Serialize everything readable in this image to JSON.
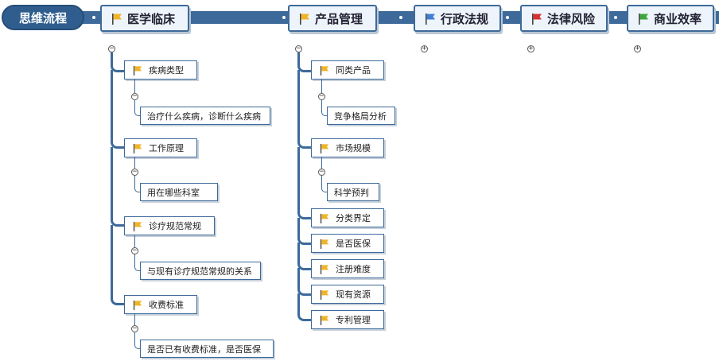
{
  "root": {
    "label": "思维流程"
  },
  "topics": [
    {
      "label": "医学临床",
      "flag_color": "#f0b429",
      "toggle": "−"
    },
    {
      "label": "产品管理",
      "flag_color": "#f0b429",
      "toggle": "−"
    },
    {
      "label": "行政法规",
      "flag_color": "#3f7fd6",
      "toggle": "+"
    },
    {
      "label": "法律风险",
      "flag_color": "#d93030",
      "toggle": "+"
    },
    {
      "label": "商业效率",
      "flag_color": "#3fa63f",
      "toggle": "+"
    }
  ],
  "clinical": [
    {
      "label": "疾病类型",
      "child": "治疗什么疾病，诊断什么疾病"
    },
    {
      "label": "工作原理",
      "child": "用在哪些科室"
    },
    {
      "label": "诊疗规范常规",
      "child": "与现有诊疗规范常规的关系"
    },
    {
      "label": "收费标准",
      "child": "是否已有收费标准，是否医保"
    }
  ],
  "product": [
    {
      "label": "同类产品",
      "child": "竞争格局分析"
    },
    {
      "label": "市场规模",
      "child": "科学预判"
    },
    {
      "label": "分类界定"
    },
    {
      "label": "是否医保"
    },
    {
      "label": "注册难度"
    },
    {
      "label": "现有资源"
    },
    {
      "label": "专利管理"
    }
  ],
  "icons": {
    "flag": "flag-icon",
    "collapse": "collapse-toggle-icon",
    "expand": "expand-toggle-icon"
  },
  "colors": {
    "branch": "#3d6a9a",
    "root_fill": "#2f5e8e",
    "topic_fill": "#eef4fb",
    "flag_yellow": "#f0b429"
  }
}
